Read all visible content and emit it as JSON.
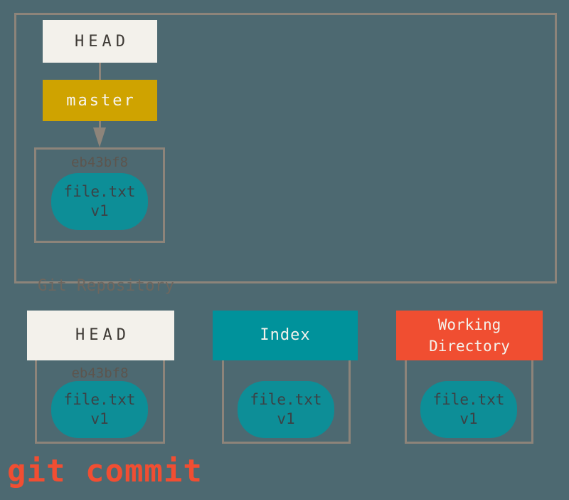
{
  "colors": {
    "background": "#4d6971",
    "border_gray": "#8d847a",
    "cream": "#f3f1eb",
    "cream_text": "#3e3a35",
    "gold": "#cfa300",
    "teal": "#00929b",
    "blob_teal": "#0d8e97",
    "blob_text": "#3b4246",
    "orange_red": "#f04e31",
    "repo_label_gray": "#6e675f",
    "hash_gray": "#5c554e",
    "command_red": "#f14e32",
    "white": "#f4f2ec"
  },
  "repository": {
    "label": "Git Repository",
    "head": "HEAD",
    "branch": "master",
    "commit_hash": "eb43bf8",
    "file_name": "file.txt",
    "file_version": "v1"
  },
  "columns": [
    {
      "id": "head",
      "title": "HEAD",
      "hash": "eb43bf8",
      "file_name": "file.txt",
      "file_version": "v1",
      "header_bg": "#f3f1eb",
      "header_fg": "#3e3a35"
    },
    {
      "id": "index",
      "title": "Index",
      "file_name": "file.txt",
      "file_version": "v1",
      "header_bg": "#00929b",
      "header_fg": "#f4f2ec"
    },
    {
      "id": "working-directory",
      "title": "Working Directory",
      "file_name": "file.txt",
      "file_version": "v1",
      "header_bg": "#f04e31",
      "header_fg": "#f4f2ec"
    }
  ],
  "command": "git commit"
}
